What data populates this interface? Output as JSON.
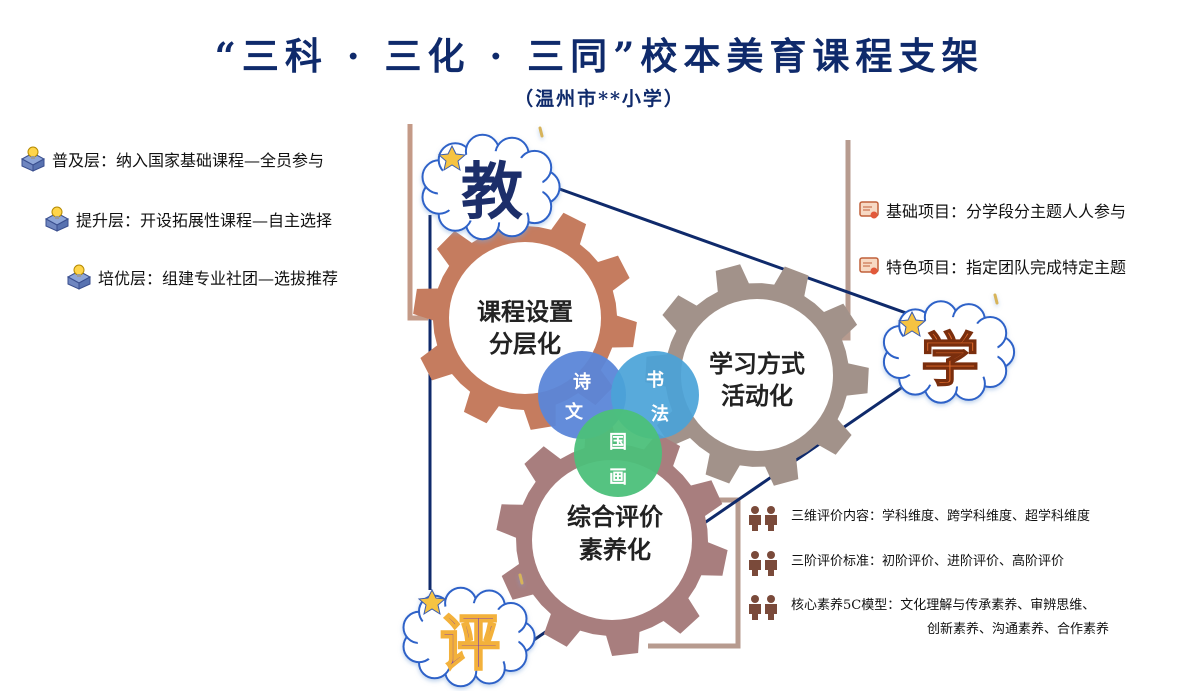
{
  "title": "“三科 · 三化 · 三同”校本美育课程支架",
  "subtitle": "（温州市**小学）",
  "corner_chars": {
    "teach": "教",
    "learn": "学",
    "assess": "评"
  },
  "gears": {
    "curriculum": [
      "课程设置",
      "分层化"
    ],
    "learning": [
      "学习方式",
      "活动化"
    ],
    "evaluation": [
      "综合评价",
      "素养化"
    ]
  },
  "circles": {
    "poetry": [
      "诗",
      "文"
    ],
    "calligraphy": [
      "书",
      "法"
    ],
    "painting": [
      "国",
      "画"
    ]
  },
  "left_items": [
    "普及层：纳入国家基础课程—全员参与",
    "提升层：开设拓展性课程—自主选择",
    "培优层：组建专业社团—选拔推荐"
  ],
  "right_items": [
    "基础项目：分学段分主题人人参与",
    "特色项目：指定团队完成特定主题"
  ],
  "eval_items": [
    {
      "line1": "三维评价内容：学科维度、跨学科维度、超学科维度",
      "line2": ""
    },
    {
      "line1": "三阶评价标准：初阶评价、进阶评价、高阶评价",
      "line2": ""
    },
    {
      "line1": "核心素养5C模型：文化理解与传承素养、审辨思维、",
      "line2": "创新素养、沟通素养、合作素养"
    }
  ],
  "colors": {
    "navy": "#0f2a6b",
    "gear_curriculum": "#c57c5f",
    "gear_learning": "#a2928a",
    "gear_evaluation": "#a87e7e",
    "circle_poetry": "#5b86d8",
    "circle_calligraphy": "#4aa3d8",
    "circle_painting": "#4cc07a",
    "bracket": "#b79b8f"
  }
}
